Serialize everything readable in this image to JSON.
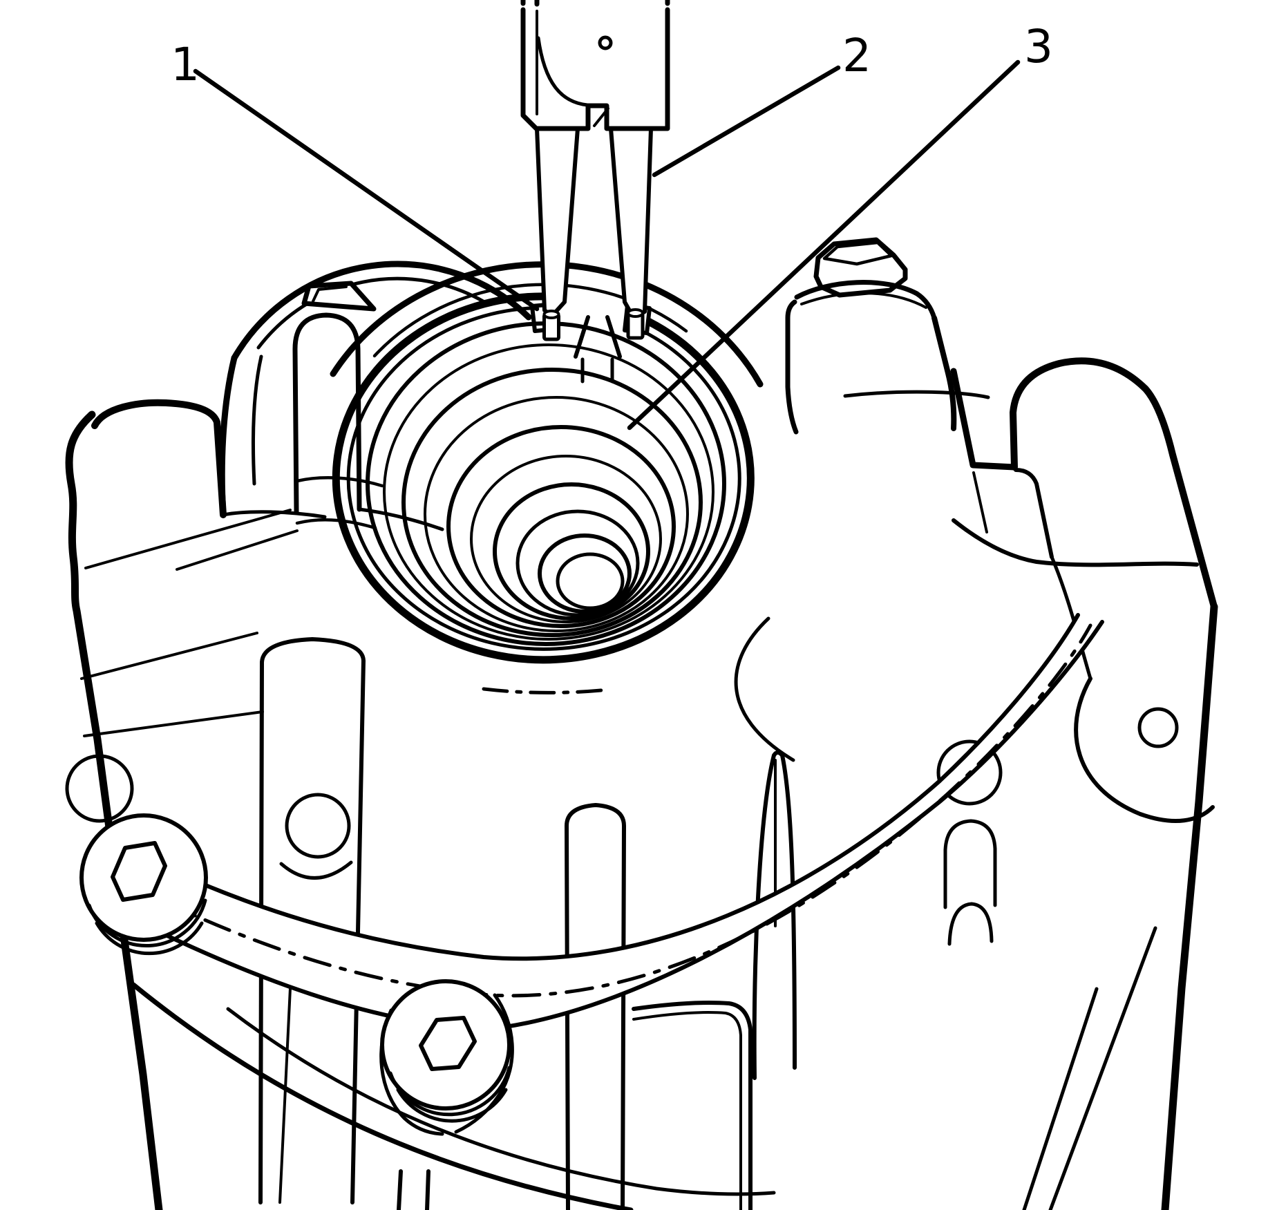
{
  "figure": {
    "colors": {
      "background": "#ffffff",
      "line": "#000000"
    },
    "callouts": [
      {
        "label": "1",
        "target": "retaining-ring-end-with-pin"
      },
      {
        "label": "2",
        "target": "snap-ring-pliers"
      },
      {
        "label": "3",
        "target": "case-bore"
      }
    ]
  }
}
